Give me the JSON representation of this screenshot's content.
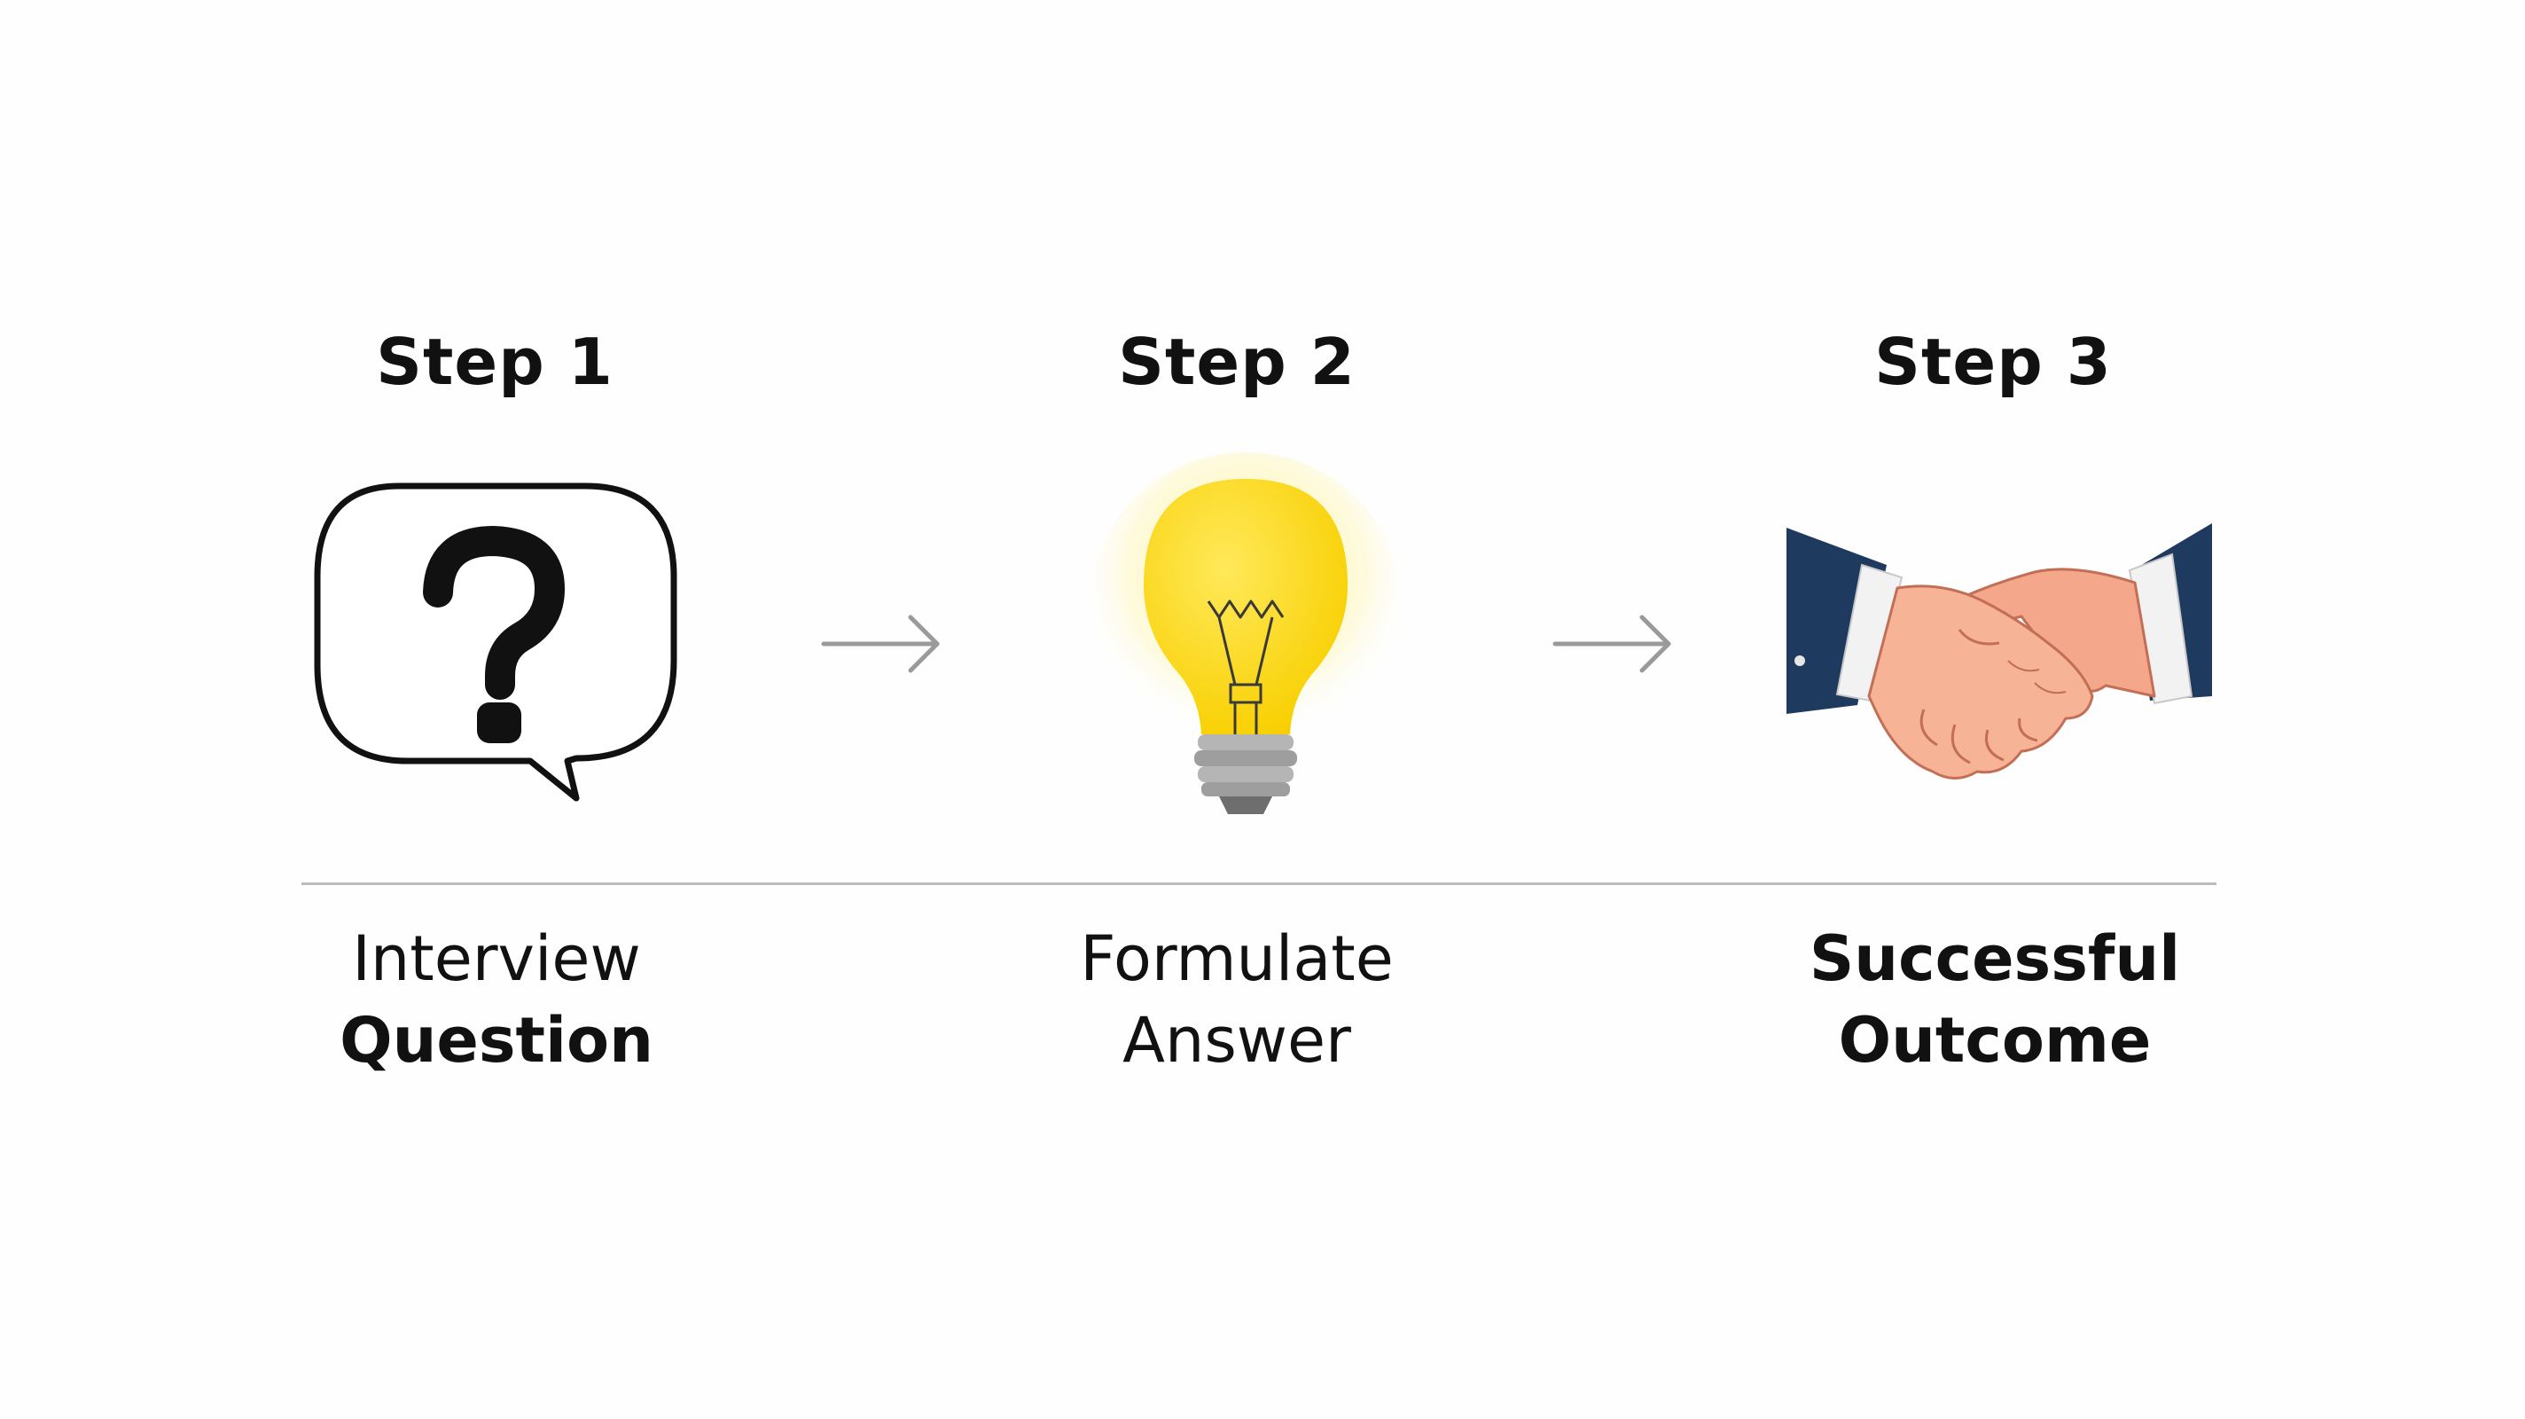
{
  "steps": [
    {
      "title": "Step 1",
      "icon": "question-speech-bubble-icon",
      "caption_line1": "Interview",
      "caption_line2": "Question"
    },
    {
      "title": "Step 2",
      "icon": "lightbulb-icon",
      "caption_line1": "Formulate",
      "caption_line2": "Answer"
    },
    {
      "title": "Step 3",
      "icon": "handshake-icon",
      "caption_line1": "Successful",
      "caption_line2": "Outcome"
    }
  ],
  "colors": {
    "bulb": "#FFD60A",
    "bulb_glow": "#FFF3A0",
    "sleeve": "#1F3A5F",
    "skin": "#F5A88A",
    "arrow": "#9A9A9A",
    "divider": "#BCBCBC"
  }
}
